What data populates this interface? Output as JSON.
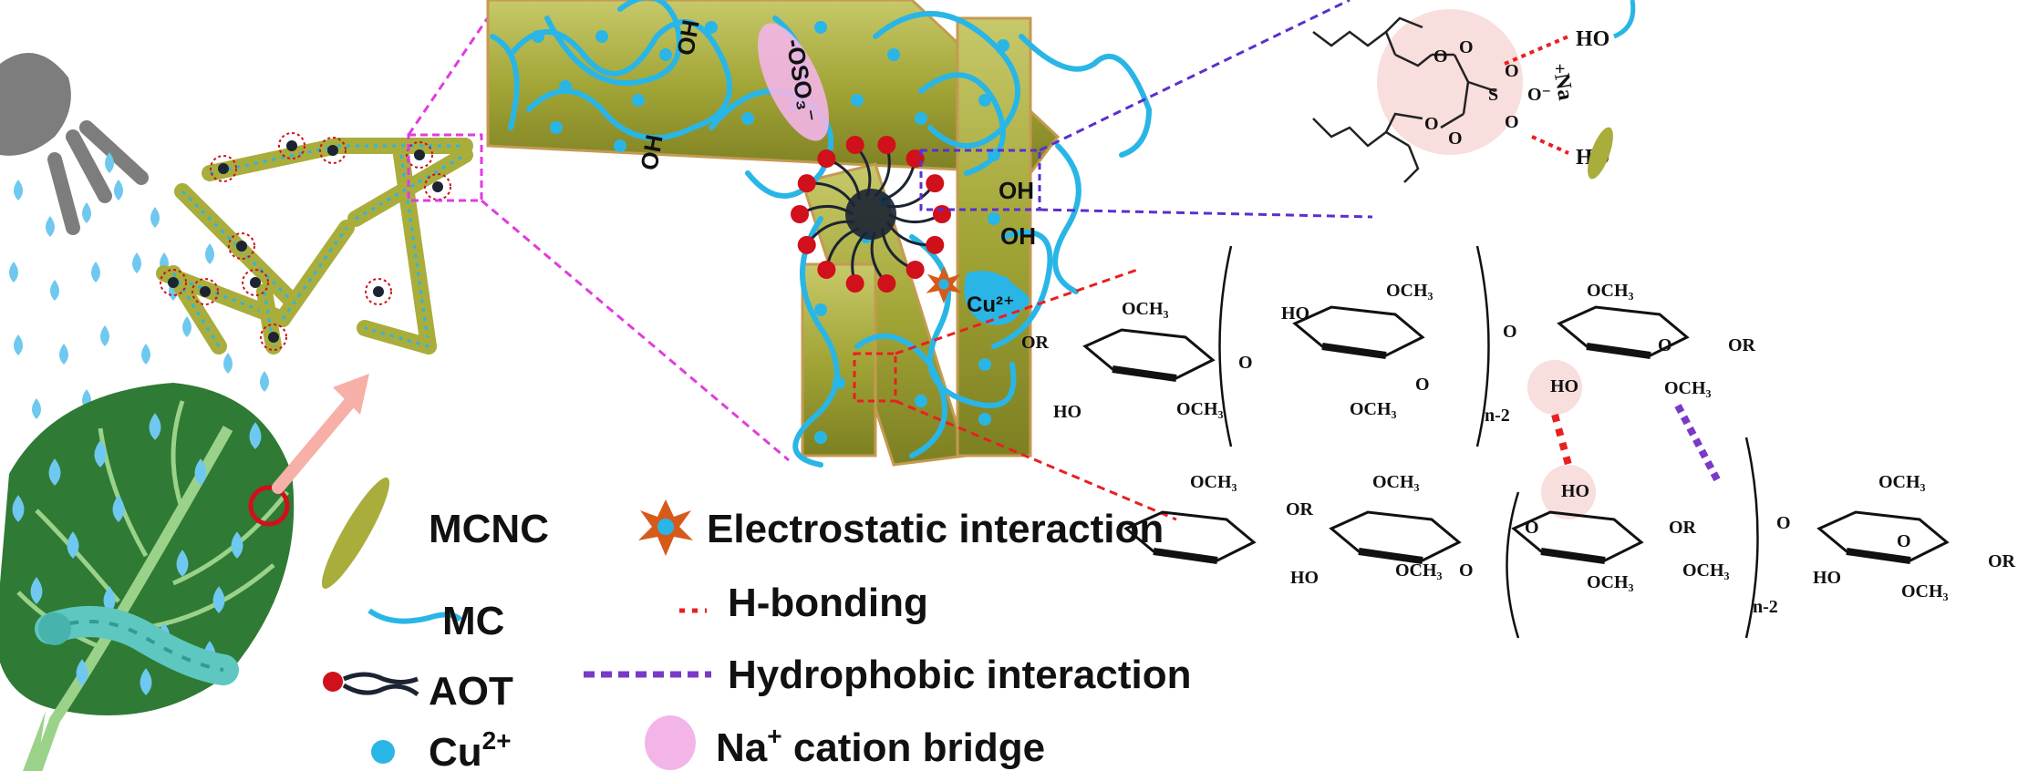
{
  "colors": {
    "cyan": "#29b6e6",
    "droplet": "#6fc8ef",
    "mcnc": "#a9ad3c",
    "aot_head": "#d0101a",
    "leaf": "#2f7a34",
    "magenta": "#e23be0",
    "purple": "#5a2fd0",
    "red": "#e82020",
    "pink": "#f3b5e8"
  },
  "icons": [
    "spray-nozzle-icon",
    "leaf-icon",
    "caterpillar-icon",
    "electrostatic-star-icon",
    "na-bridge-icon"
  ],
  "legend": {
    "mcnc": "MCNC",
    "mc": "MC",
    "aot": "AOT",
    "cu": "Cu",
    "cu_sup": "2+",
    "electrostatic": "Electrostatic interaction",
    "hbond": "H-bonding",
    "hydrophobic": "Hydrophobic interaction",
    "na": "Na",
    "na_sup": "+",
    "na_rest": " cation bridge"
  },
  "zoom": {
    "oh1": "OH",
    "oh2": "OH",
    "oh3": "OH",
    "oh4": "OH",
    "sulfonate": "-OSO₃⁻",
    "cu_label": "Cu²⁺"
  },
  "aot_structure": {
    "ho_top": "HO",
    "ho_bottom": "HO",
    "na": "Na",
    "na_charge": "+",
    "o_minus": "O⁻",
    "s": "S",
    "o1": "O",
    "o2": "O",
    "o3": "O",
    "o4": "O",
    "o5": "O",
    "o6": "O"
  },
  "cellulose": {
    "och3": "OCH₃",
    "ho": "HO",
    "or": "OR",
    "o": "O",
    "n2": "n-2"
  }
}
